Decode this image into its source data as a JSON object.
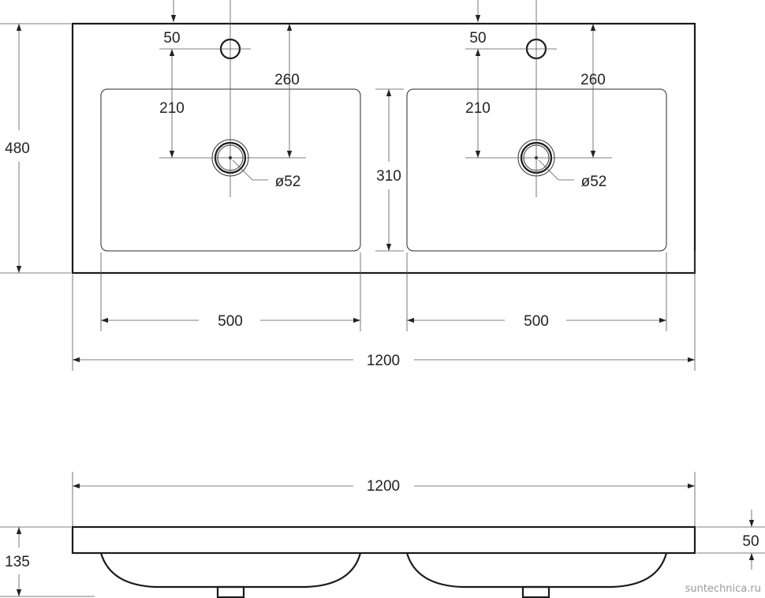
{
  "top_view": {
    "total_width": "1200",
    "depth": "480",
    "left_bowl": {
      "tap_offset": "50",
      "tap_to_drain": "210",
      "rear_to_drain": "260",
      "drain_diameter": "ø52",
      "width": "500"
    },
    "right_bowl": {
      "tap_offset": "50",
      "tap_to_drain": "210",
      "rear_to_drain": "260",
      "drain_diameter": "ø52",
      "width": "500"
    },
    "bowl_depth": "310"
  },
  "side_view": {
    "total_width": "1200",
    "height": "135",
    "slab_thickness": "50"
  },
  "watermark": "suntechnica.ru"
}
